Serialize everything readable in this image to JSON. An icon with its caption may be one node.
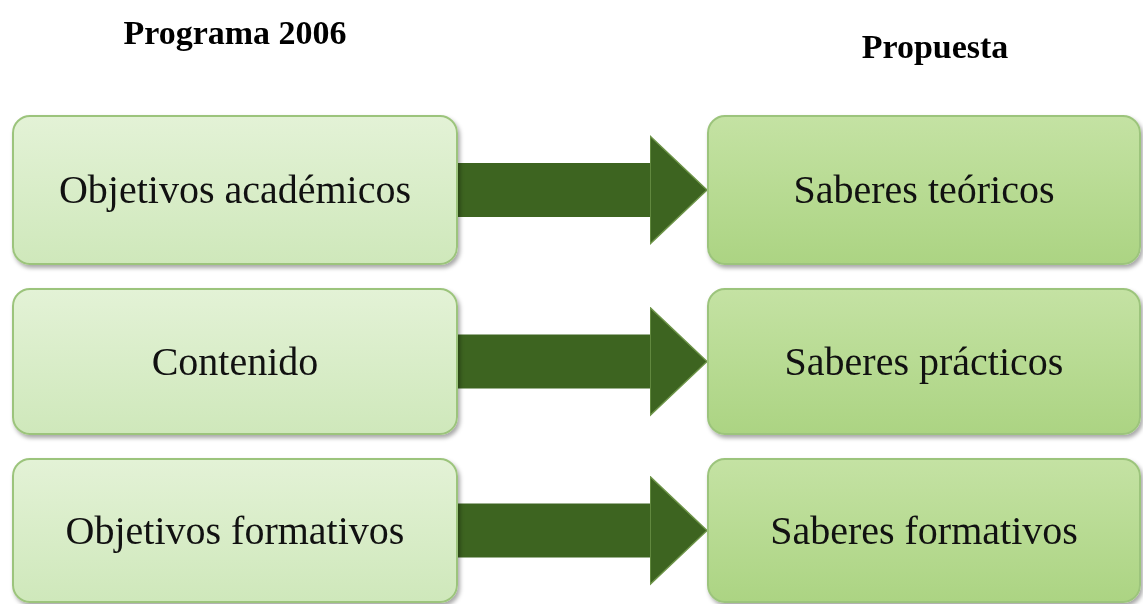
{
  "diagram": {
    "nodes": [
      {
        "text": [
          "Objetivos académicos"
        ]
      },
      {
        "text": [
          "Saberes teóricos"
        ]
      },
      {
        "text": [
          "Contenido"
        ]
      },
      {
        "text": [
          "Saberes prácticos"
        ]
      },
      {
        "text": [
          "Objetivos formativos"
        ]
      },
      {
        "text": [
          "Saberes formativos"
        ]
      }
    ],
    "edges": [
      {
        "from": 0,
        "to": 1,
        "arrow": "to"
      },
      {
        "from": 2,
        "to": 3,
        "arrow": "to"
      },
      {
        "from": 4,
        "to": 5,
        "arrow": "to"
      }
    ],
    "labels": [
      "Programa 2006",
      "Propuesta"
    ]
  }
}
